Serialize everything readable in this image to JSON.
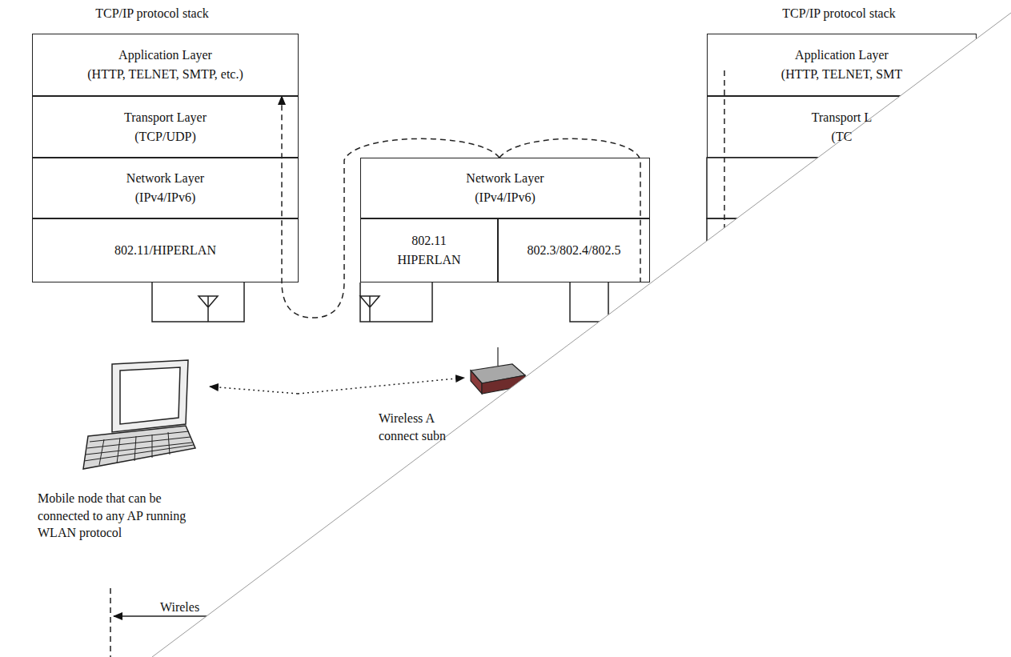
{
  "diagram": {
    "nodes": [
      {
        "text": [
          "Application Layer",
          "(HTTP, TELNET, SMTP, etc.)"
        ]
      },
      {
        "text": [
          "Transport Layer",
          "(TCP/UDP)"
        ]
      },
      {
        "text": [
          "Network Layer",
          "(IPv4/IPv6)"
        ]
      },
      {
        "text": [
          "802.11/HIPERLAN"
        ]
      },
      {
        "text": [
          "Network Layer",
          "(IPv4/IPv6)"
        ]
      },
      {
        "text": [
          "802.11 HIPERLAN"
        ]
      },
      {
        "text": [
          "802.3/802.4/802.5"
        ]
      },
      {
        "text": [
          "Application Layer",
          "(HTTP, TELNET, SMT"
        ]
      },
      {
        "text": [
          "Transport L",
          "(TC"
        ]
      }
    ],
    "edges": [
      {
        "from": 4,
        "to": 0,
        "arrow": "to"
      }
    ],
    "labels": [
      "TCP/IP protocol stack",
      "TCP/IP protocol stack",
      "Wireless A connect subn",
      "Mobile node that can be connected to any AP running WLAN protocol",
      "Wireles"
    ]
  }
}
